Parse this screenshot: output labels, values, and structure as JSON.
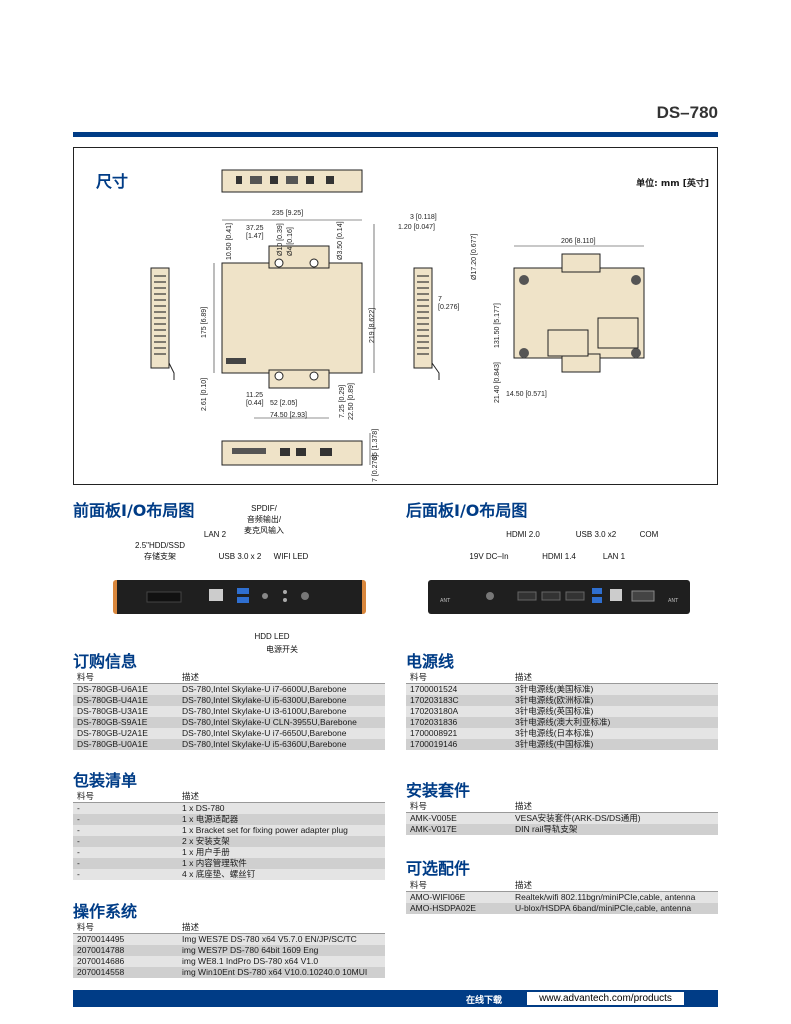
{
  "header": {
    "model": "DS–780"
  },
  "dimensions": {
    "title": "尺寸",
    "unit": "单位: mm [英寸]",
    "labels": {
      "d235": "235 [9.25]",
      "d37": "37.25",
      "d37b": "[1.47]",
      "d10": "10.50 [0.41]",
      "d_phi10": "Ø10 [0.39]",
      "d_phi4": "Ø4 [0.16]",
      "d_phi350": "Ø3.50 [0.14]",
      "d175": "175 [6.89]",
      "d219": "219 [8.622]",
      "d261": "2.61 [0.10]",
      "d1125": "11.25",
      "d1125b": "[0.44]",
      "d52": "52 [2.05]",
      "d745": "74.50 [2.93]",
      "d725": "7.25 [0.29]",
      "d2250": "22.50 [0.89]",
      "d3": "3 [0.118]",
      "d120": "1.20 [0.047]",
      "d206": "206 [8.110]",
      "d_phi17": "Ø17.20 [0.677]",
      "d7": "7",
      "d7b": "[0.276]",
      "d1315": "131.50 [5.177]",
      "d2140": "21.40 [0.843]",
      "d1450": "14.50 [0.571]",
      "d35": "35 [1.378]",
      "d7c": "7 [0.276]"
    }
  },
  "front_panel": {
    "title": "前面板I/O布局图",
    "labels": {
      "spdif": "SPDIF/",
      "spdif2": "音频输出/",
      "spdif3": "麦克风输入",
      "lan2": "LAN 2",
      "hdd": "2.5\"HDD/SSD",
      "hdd2": "存储支架",
      "usb": "USB 3.0 x 2",
      "wifi": "WIFI LED",
      "hddled": "HDD LED",
      "power": "电源开关"
    }
  },
  "rear_panel": {
    "title": "后面板I/O布局图",
    "labels": {
      "hdmi20": "HDMI 2.0",
      "usb": "USB 3.0 x2",
      "com": "COM",
      "dc": "19V DC–In",
      "hdmi14": "HDMI 1.4",
      "lan1": "LAN 1",
      "ant": "ANT"
    }
  },
  "ordering": {
    "title": "订购信息",
    "headers": [
      "料号",
      "描述"
    ],
    "rows": [
      [
        "DS-780GB-U6A1E",
        "DS-780,Intel Skylake-U i7-6600U,Barebone"
      ],
      [
        "DS-780GB-U4A1E",
        "DS-780,Intel Skylake-U i5-6300U,Barebone"
      ],
      [
        "DS-780GB-U3A1E",
        "DS-780,Intel Skylake-U i3-6100U,Barebone"
      ],
      [
        "DS-780GB-S9A1E",
        "DS-780,Intel Skylake-U CLN-3955U,Barebone"
      ],
      [
        "DS-780GB-U2A1E",
        "DS-780,Intel Skylake-U i7-6650U,Barebone"
      ],
      [
        "DS-780GB-U0A1E",
        "DS-780,Intel Skylake-U i5-6360U,Barebone"
      ]
    ]
  },
  "power_cord": {
    "title": "电源线",
    "headers": [
      "料号",
      "描述"
    ],
    "rows": [
      [
        "1700001524",
        "3针电源线(美国标准)"
      ],
      [
        "170203183C",
        "3针电源线(欧洲标准)"
      ],
      [
        "170203180A",
        "3针电源线(英国标准)"
      ],
      [
        "1702031836",
        "3针电源线(澳大利亚标准)"
      ],
      [
        "1700008921",
        "3针电源线(日本标准)"
      ],
      [
        "1700019146",
        "3针电源线(中国标准)"
      ]
    ]
  },
  "packing": {
    "title": "包装清单",
    "headers": [
      "料号",
      "描述"
    ],
    "rows": [
      [
        "-",
        "1 x DS-780"
      ],
      [
        "-",
        "1 x 电源适配器"
      ],
      [
        "-",
        "1 x Bracket set for fixing power adapter plug"
      ],
      [
        "-",
        "2 x 安装支架"
      ],
      [
        "-",
        "1 x 用户手册"
      ],
      [
        "-",
        "1 x 内容管理软件"
      ],
      [
        "-",
        "4 x 底座垫、螺丝钉"
      ]
    ]
  },
  "install_kit": {
    "title": "安装套件",
    "headers": [
      "料号",
      "描述"
    ],
    "rows": [
      [
        "AMK-V005E",
        "VESA安装套件(ARK-DS/DS通用)"
      ],
      [
        "AMK-V017E",
        "DIN rail导轨支架"
      ]
    ]
  },
  "os": {
    "title": "操作系统",
    "headers": [
      "料号",
      "描述"
    ],
    "rows": [
      [
        "2070014495",
        "Img WES7E DS-780 x64 V5.7.0 EN/JP/SC/TC"
      ],
      [
        "2070014788",
        "img WES7P DS-780 64bit 1609 Eng"
      ],
      [
        "2070014686",
        "img WE8.1 IndPro DS-780 x64 V1.0"
      ],
      [
        "2070014558",
        "img Win10Ent DS-780 x64 V10.0.10240.0 10MUI"
      ]
    ]
  },
  "optional": {
    "title": "可选配件",
    "headers": [
      "料号",
      "描述"
    ],
    "rows": [
      [
        "AMO-WIFI06E",
        "Realtek/wifi 802.11bgn/miniPCIe,cable, antenna"
      ],
      [
        "AMO-HSDPA02E",
        "U-blox/HSDPA 6band/miniPCIe,cable, antenna"
      ]
    ]
  },
  "footer": {
    "download": "在线下载",
    "url": "www.advantech.com/products"
  },
  "colors": {
    "brand": "#003c86",
    "chassis": "#efe3c8",
    "panel": "#1f1f1f",
    "accent": "#d9873d"
  }
}
